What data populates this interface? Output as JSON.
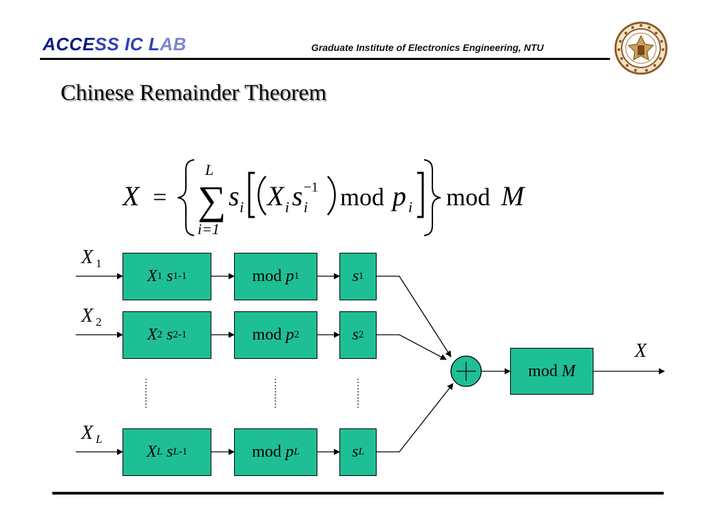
{
  "header": {
    "lab_part1": "ACCE",
    "lab_part2": "SS IC L",
    "lab_part3": "AB",
    "institute": "Graduate Institute of Electronics Engineering, NTU"
  },
  "title": "Chinese Remainder Theorem",
  "formula": {
    "lhs": "X",
    "eq": "=",
    "sum_upper": "L",
    "sum_lower": "i=1",
    "s": "s",
    "sub_i": "i",
    "X": "X",
    "inv_exp": "−1",
    "mod": "mod",
    "p": "p",
    "M": "M"
  },
  "inputs": [
    {
      "var": "X",
      "sub": "1"
    },
    {
      "var": "X",
      "sub": "2"
    },
    {
      "var": "X",
      "sub": "L"
    }
  ],
  "rows": [
    {
      "mul_var": "X",
      "mul_sub": "1",
      "s_var": "s",
      "s_sub": "1",
      "s_sup": "-1",
      "mod_text": "mod",
      "p_var": "p",
      "p_sub": "1",
      "out_var": "s",
      "out_sub": "1"
    },
    {
      "mul_var": "X",
      "mul_sub": "2",
      "s_var": "s",
      "s_sub": "2",
      "s_sup": "-1",
      "mod_text": "mod",
      "p_var": "p",
      "p_sub": "2",
      "out_var": "s",
      "out_sub": "2"
    },
    {
      "mul_var": "X",
      "mul_sub": "L",
      "s_var": "s",
      "s_sub": "L",
      "s_sup": "-1",
      "mod_text": "mod",
      "p_var": "p",
      "p_sub": "L",
      "out_var": "s",
      "out_sub": "L"
    }
  ],
  "final": {
    "mod_text": "mod",
    "var": "M",
    "output": "X"
  },
  "colors": {
    "box_fill": "#1fbf95",
    "lab_dark": "#0a1a8c",
    "lab_mid": "#3040b8",
    "lab_light": "#7a86d4"
  },
  "icons": {
    "seal": "university-seal-icon",
    "adder": "summation-adder-icon"
  }
}
